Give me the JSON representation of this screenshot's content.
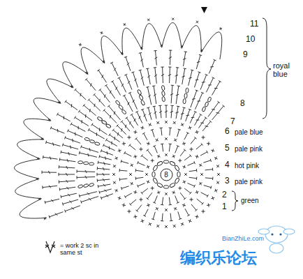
{
  "diagram": {
    "nodes": [
      {
        "text": [
          "8"
        ]
      }
    ],
    "labels": [
      "11",
      "10",
      "9",
      "royal blue",
      "8",
      "7",
      "6",
      "pale blue",
      "5",
      "pale pink",
      "4",
      "hot pink",
      "3",
      "pale pink",
      "2",
      "1",
      "green",
      "BianZhiLe.com",
      "编织乐论坛"
    ],
    "legend": [
      {
        "text": "= work 2 sc in same st"
      }
    ]
  }
}
